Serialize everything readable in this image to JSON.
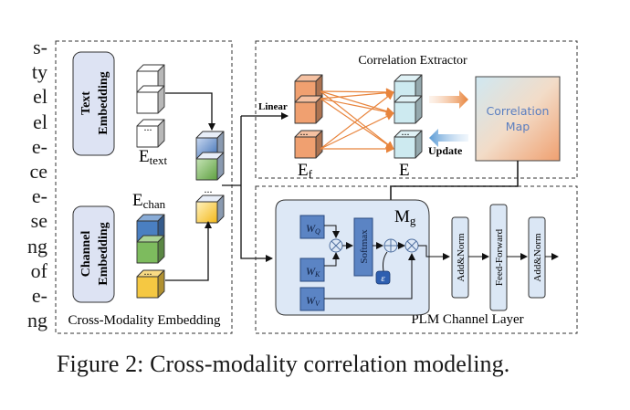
{
  "left_column_fragments": [
    "s-",
    "ty",
    "el",
    "el",
    "e-",
    "ce",
    "e-",
    "se",
    "ng",
    "of",
    "e-",
    "ng"
  ],
  "figure": {
    "caption": "Figure 2: Cross-modality correlation modeling.",
    "cross_modality_embedding": {
      "title": "Cross-Modality Embedding",
      "text_embedding_label": [
        "Text",
        "Embedding"
      ],
      "channel_embedding_label": [
        "Channel",
        "Embedding"
      ],
      "e_text_label": "E",
      "e_text_sub": "text",
      "e_chan_label": "E",
      "e_chan_sub": "chan",
      "ellipsis": "..."
    },
    "correlation_extractor": {
      "title": "Correlation Extractor",
      "linear_label": "Linear",
      "ef_label": "E",
      "ef_sub": "f",
      "e_label": "E",
      "update_label": "Update",
      "correlation_map_label": [
        "Correlation",
        "Map"
      ]
    },
    "plm_channel_layer": {
      "title": "PLM Channel Layer",
      "wq": "W",
      "wq_sub": "Q",
      "wk": "W",
      "wk_sub": "K",
      "wv": "W",
      "wv_sub": "V",
      "softmax": "Softmax",
      "epsilon": "ε",
      "mg_label": "M",
      "mg_sub": "g",
      "add_norm_1": "Add&Norm",
      "feed_forward": "Feed-Forward",
      "add_norm_2": "Add&Norm"
    },
    "colors": {
      "white_cube": "#ffffff",
      "blue_cube": "#4a7fc1",
      "green_cube": "#7dbb5e",
      "yellow_cube": "#f5c842",
      "orange_cube": "#f0a070",
      "cyan_cube": "#cdeaf0",
      "orange_arrow": "#e8843c",
      "blue_arrow": "#5b9bd5",
      "panel_fill": "#dde8f6",
      "w_box_fill": "#5b84c4",
      "epsilon_fill": "#2e5fb0",
      "norm_box_fill": "#dbe7f5"
    }
  }
}
